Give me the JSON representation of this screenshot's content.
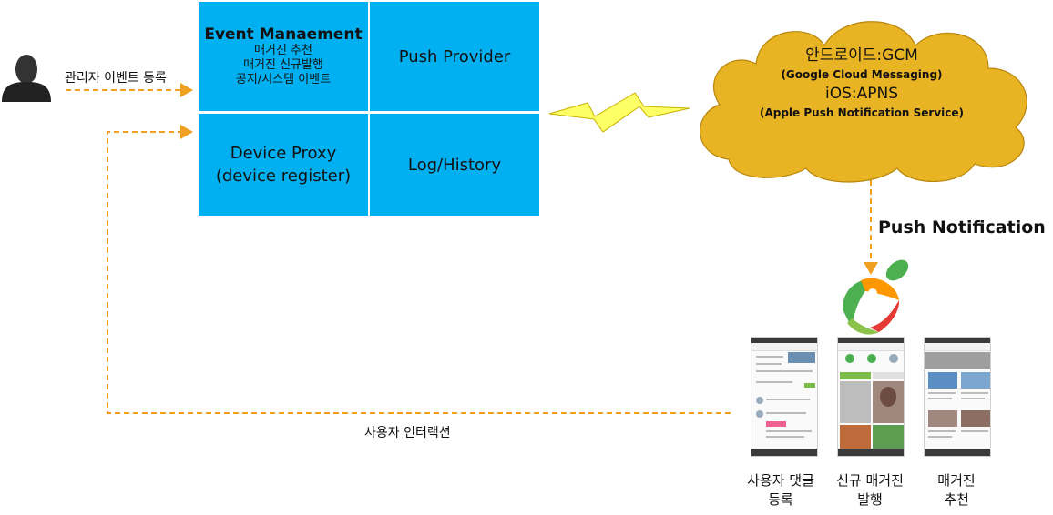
{
  "diagram": {
    "admin_label": "관리자 이벤트 등록",
    "user_interaction_label": "사용자 인터랙션",
    "event_management": {
      "title": "Event Manaement",
      "lines": [
        "매거진 추천",
        "매거진 신규발행",
        "공지/시스템 이벤트"
      ]
    },
    "push_provider": "Push Provider",
    "device_proxy": {
      "line1": "Device Proxy",
      "line2": "(device register)"
    },
    "log_history": "Log/History",
    "cloud": {
      "android": "안드로이드:GCM",
      "android_detail": "(Google Cloud Messaging)",
      "ios": "iOS:APNS",
      "ios_detail": "(Apple Push Notification Service)"
    },
    "push_notification": "Push Notification",
    "phones": [
      {
        "caption_line1": "사용자 댓글",
        "caption_line2": "등록"
      },
      {
        "caption_line1": "신규 매거진",
        "caption_line2": "발행"
      },
      {
        "caption_line1": "매거진",
        "caption_line2": "추천"
      }
    ],
    "colors": {
      "box": "#00b0f0",
      "cloud": "#e8b424",
      "arrow": "#f0a020",
      "lightning": "#ffff66",
      "logo_green": "#4caf50",
      "logo_red": "#e53935",
      "logo_orange": "#ff9800"
    },
    "icons": {
      "admin": "person-silhouette-icon",
      "lightning": "lightning-bolt-icon",
      "logo": "fruit-person-logo-icon"
    }
  }
}
